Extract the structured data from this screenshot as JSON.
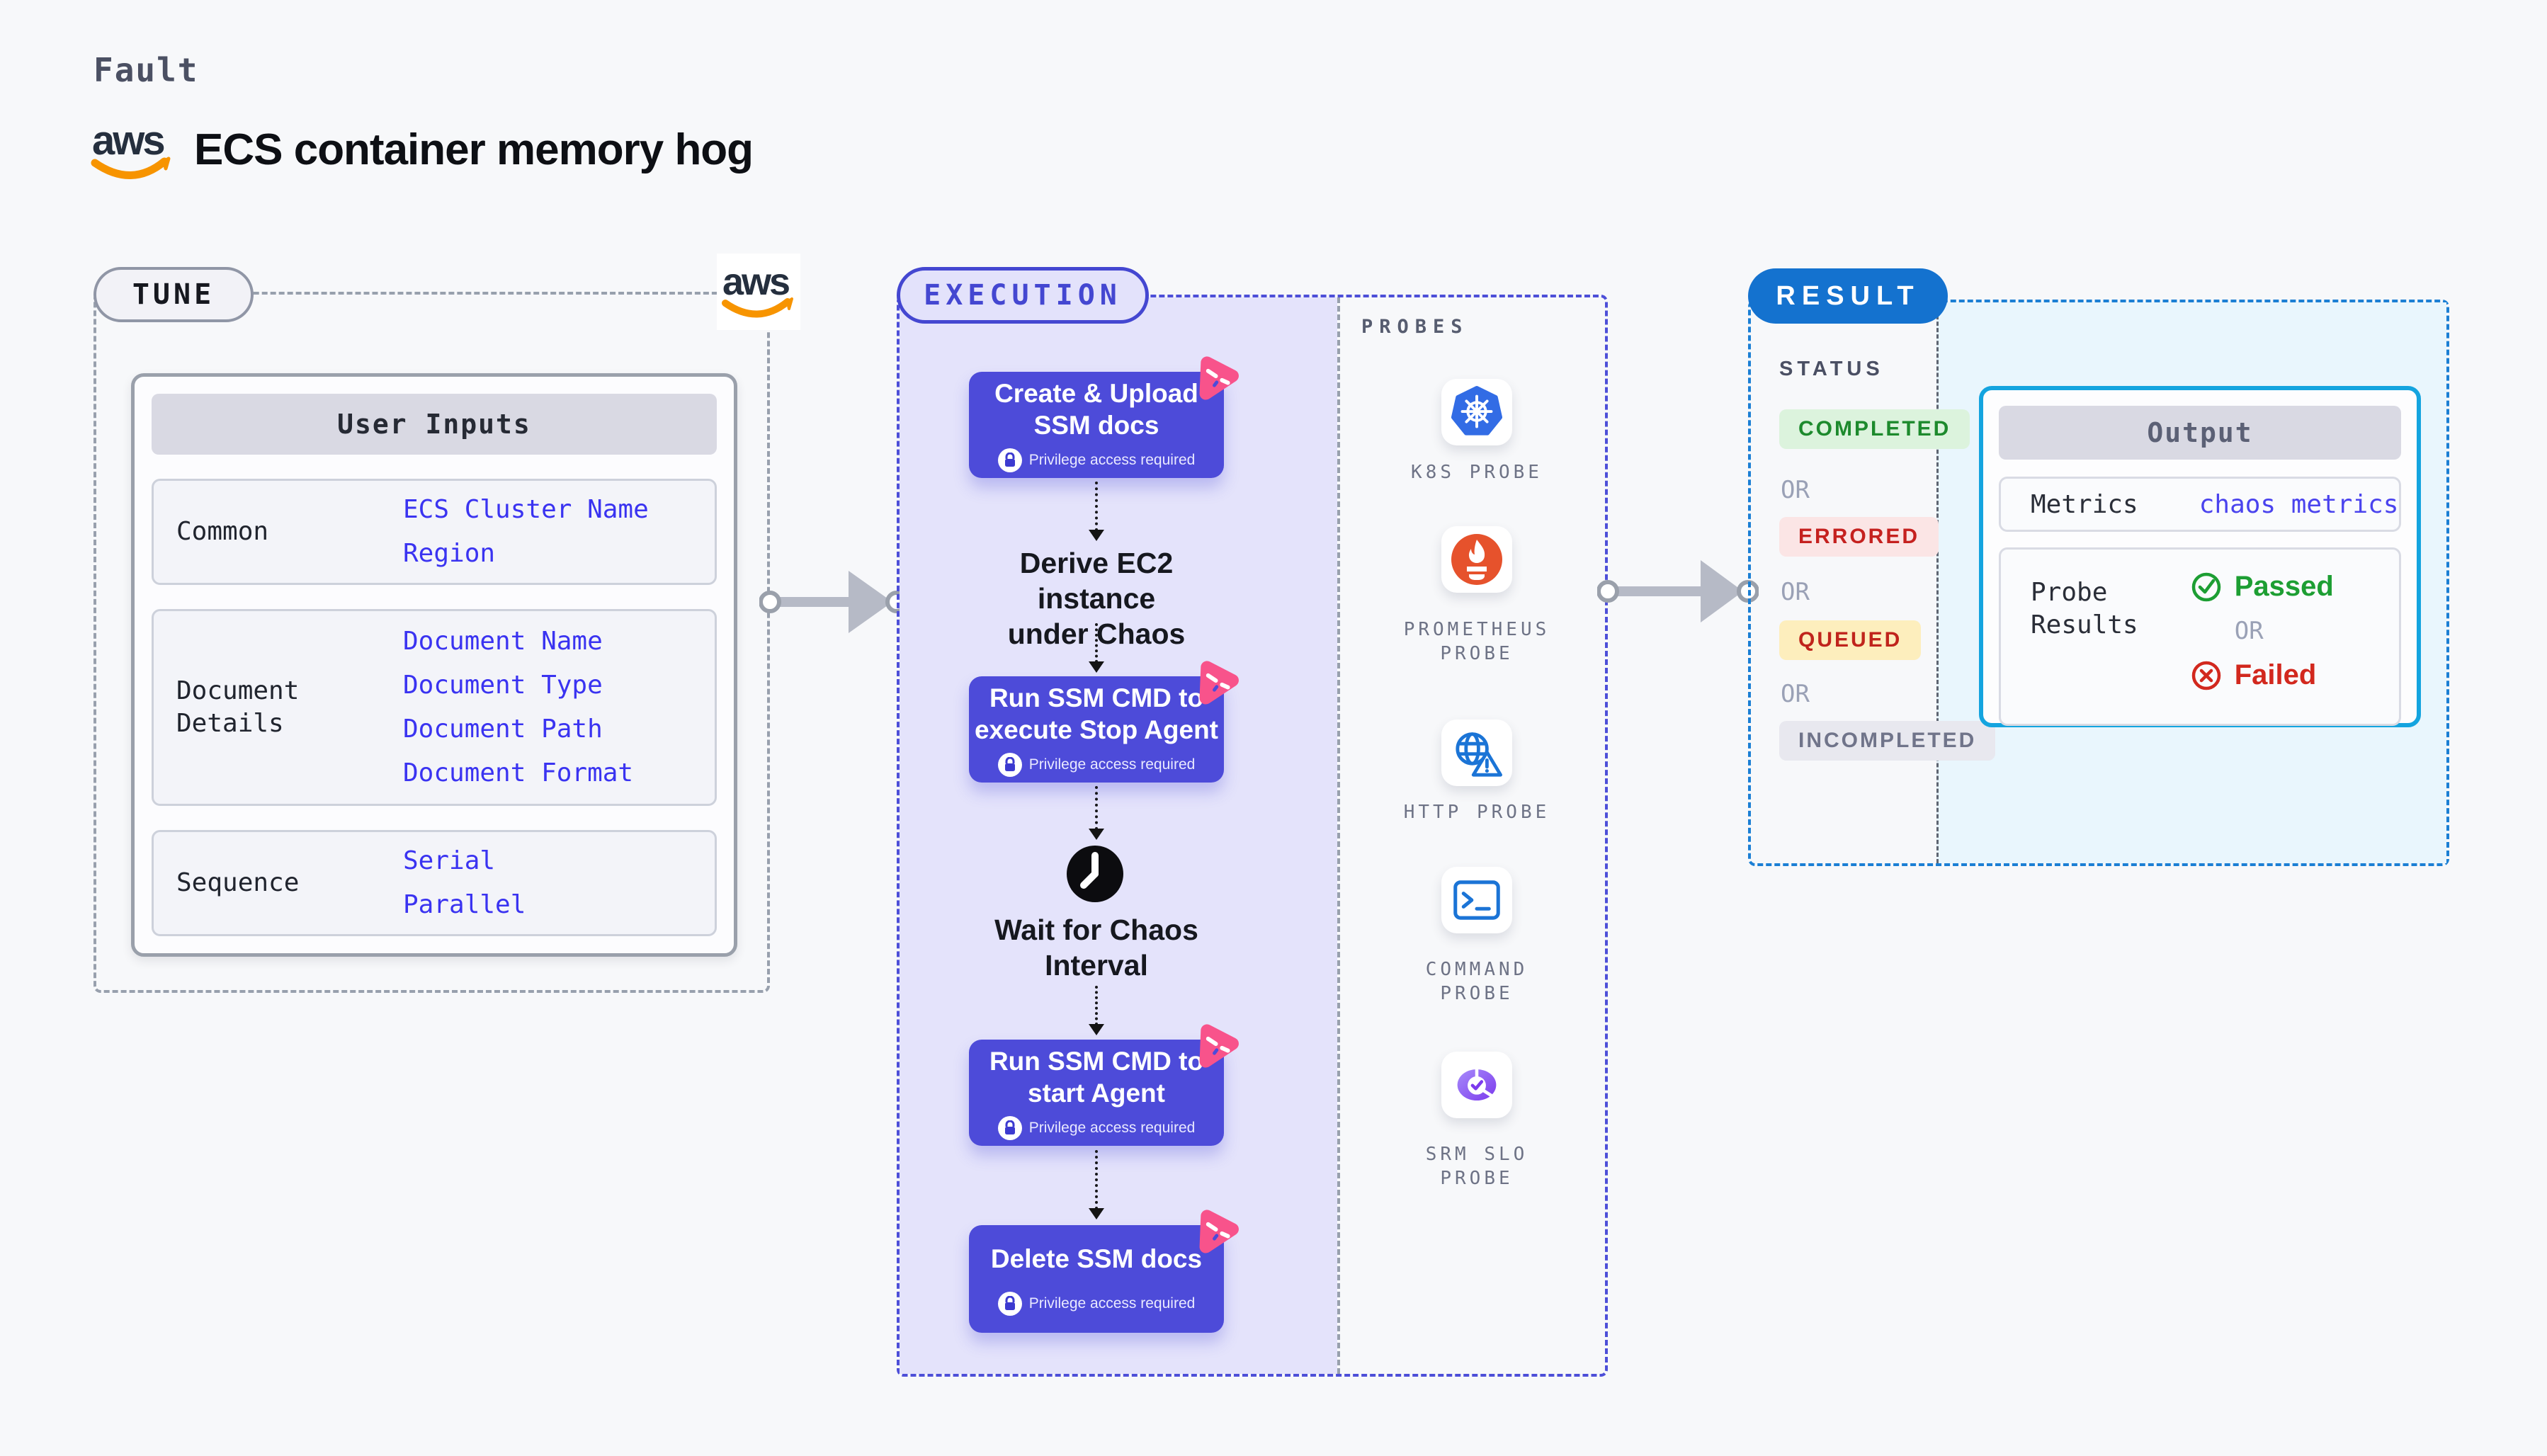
{
  "header": {
    "fault_label": "Fault",
    "title": "ECS container memory hog"
  },
  "tune": {
    "badge": "TUNE",
    "user_inputs": {
      "header": "User Inputs",
      "groups": [
        {
          "label": "Common",
          "links": [
            "ECS Cluster Name",
            "Region"
          ]
        },
        {
          "label": "Document\nDetails",
          "links": [
            "Document Name",
            "Document Type",
            "Document Path",
            "Document Format"
          ]
        },
        {
          "label": "Sequence",
          "links": [
            "Serial",
            "Parallel"
          ]
        }
      ]
    }
  },
  "execution": {
    "badge": "EXECUTION",
    "steps": [
      {
        "title": "Create & Upload\nSSM docs",
        "note": "Privilege access required"
      },
      {
        "title": "Run SSM CMD to\nexecute Stop Agent",
        "note": "Privilege access required"
      },
      {
        "title": "Run SSM CMD to\nstart Agent",
        "note": "Privilege access required"
      },
      {
        "title": "Delete SSM docs",
        "note": "Privilege access required"
      }
    ],
    "derive_label": "Derive EC2 instance\nunder Chaos",
    "wait_label": "Wait for Chaos\nInterval"
  },
  "probes": {
    "title": "PROBES",
    "items": [
      {
        "label": "K8S PROBE",
        "icon": "kubernetes-icon"
      },
      {
        "label": "PROMETHEUS\nPROBE",
        "icon": "prometheus-icon"
      },
      {
        "label": "HTTP PROBE",
        "icon": "globe-warning-icon"
      },
      {
        "label": "COMMAND\nPROBE",
        "icon": "terminal-icon"
      },
      {
        "label": "SRM SLO\nPROBE",
        "icon": "gauge-check-icon"
      }
    ]
  },
  "result": {
    "badge": "RESULT",
    "status_title": "STATUS",
    "or_label": "OR",
    "statuses": [
      {
        "label": "COMPLETED",
        "bg": "#dcf3dd",
        "color": "#1d8a2d"
      },
      {
        "label": "ERRORED",
        "bg": "#fbe5e5",
        "color": "#c5211f"
      },
      {
        "label": "QUEUED",
        "bg": "#fdeebd",
        "color": "#c0241c"
      },
      {
        "label": "INCOMPLETED",
        "bg": "#e8e8ef",
        "color": "#70748a"
      }
    ],
    "output": {
      "header": "Output",
      "metrics_label": "Metrics",
      "metrics_value": "chaos metrics",
      "probe_results_label": "Probe\nResults",
      "passed_label": "Passed",
      "or_label": "OR",
      "failed_label": "Failed"
    }
  },
  "colors": {
    "page_bg": "#f7f8fa",
    "tune_dash": "#98a0ad",
    "execution_dash": "#4d4fd8",
    "result_dash": "#1b7fd4",
    "execution_fill": "#e4e3fb",
    "result_fill": "#e9f6fd",
    "step_block": "#4d4bd9",
    "link_blue": "#3a33f1",
    "litmus_pink": "#f8538b",
    "result_pill": "#1472cf",
    "kubernetes_blue": "#326ce5",
    "prometheus_orange": "#e6522c",
    "probe_icon_blue": "#1b74d6",
    "srm_purple": "#8b5cf6",
    "passed_green": "#1d9e33",
    "failed_red": "#d2281e",
    "aws_smile_orange": "#f79400"
  }
}
